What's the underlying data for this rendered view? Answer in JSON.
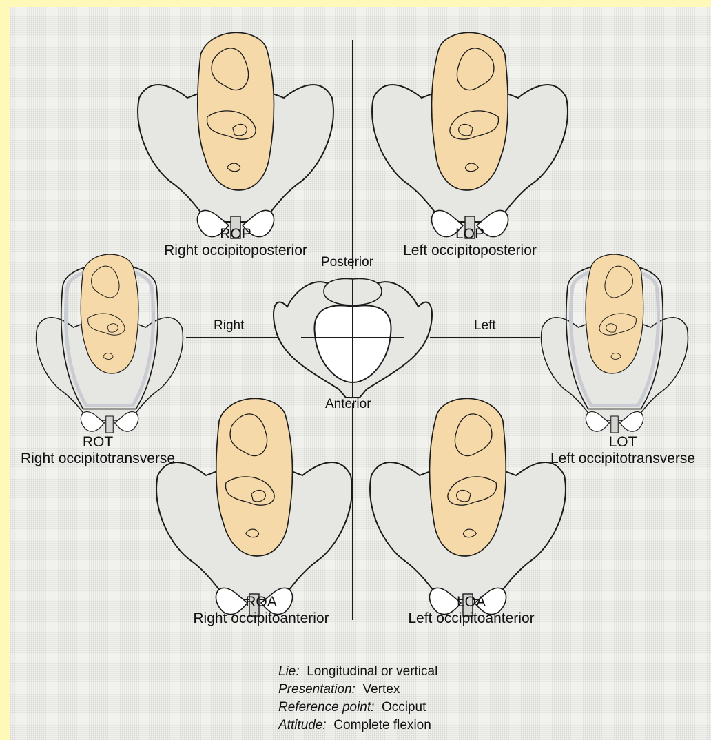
{
  "axes": {
    "top": "Posterior",
    "bottom": "Anterior",
    "left": "Right",
    "right": "Left"
  },
  "positions": [
    {
      "code": "ROP",
      "name": "Right occipitoposterior"
    },
    {
      "code": "LOP",
      "name": "Left occipitoposterior"
    },
    {
      "code": "ROT",
      "name": "Right occipitotransverse"
    },
    {
      "code": "LOT",
      "name": "Left occipitotransverse"
    },
    {
      "code": "ROA",
      "name": "Right occipitoanterior"
    },
    {
      "code": "LOA",
      "name": "Left occipitoanterior"
    }
  ],
  "legend": [
    {
      "term": "Lie:",
      "value": "Longitudinal or vertical"
    },
    {
      "term": "Presentation:",
      "value": "Vertex"
    },
    {
      "term": "Reference point:",
      "value": "Occiput"
    },
    {
      "term": "Attitude:",
      "value": "Complete flexion"
    }
  ],
  "colors": {
    "background_border": "#fef9b8",
    "pelvis_fill": "#e6e7e2",
    "fetus_fill": "#f6d9a8",
    "uterus_fill": "#c9ccd2",
    "outline": "#1a1a1a"
  },
  "icons": [
    "pelvis-diagram",
    "fetus-illustration"
  ]
}
